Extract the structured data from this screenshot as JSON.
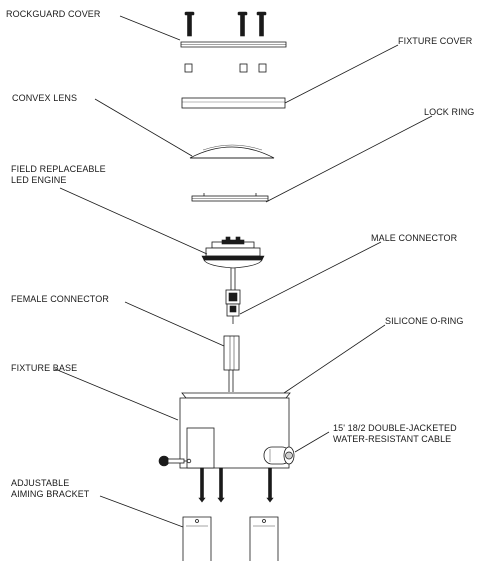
{
  "labels": {
    "rockguard_cover": "ROCKGUARD COVER",
    "fixture_cover": "FIXTURE COVER",
    "convex_lens": "CONVEX LENS",
    "lock_ring": "LOCK RING",
    "led_engine_line1": "FIELD REPLACEABLE",
    "led_engine_line2": "LED ENGINE",
    "male_connector": "MALE CONNECTOR",
    "female_connector": "FEMALE CONNECTOR",
    "silicone_oring": "SILICONE O-RING",
    "fixture_base": "FIXTURE BASE",
    "cable_line1": "15' 18/2 DOUBLE-JACKETED",
    "cable_line2": "WATER-RESISTANT CABLE",
    "bracket_line1": "ADJUSTABLE",
    "bracket_line2": "AIMING BRACKET"
  },
  "colors": {
    "line": "#1a1a1a",
    "background": "#ffffff",
    "fill_gray": "#cfcfcf"
  }
}
